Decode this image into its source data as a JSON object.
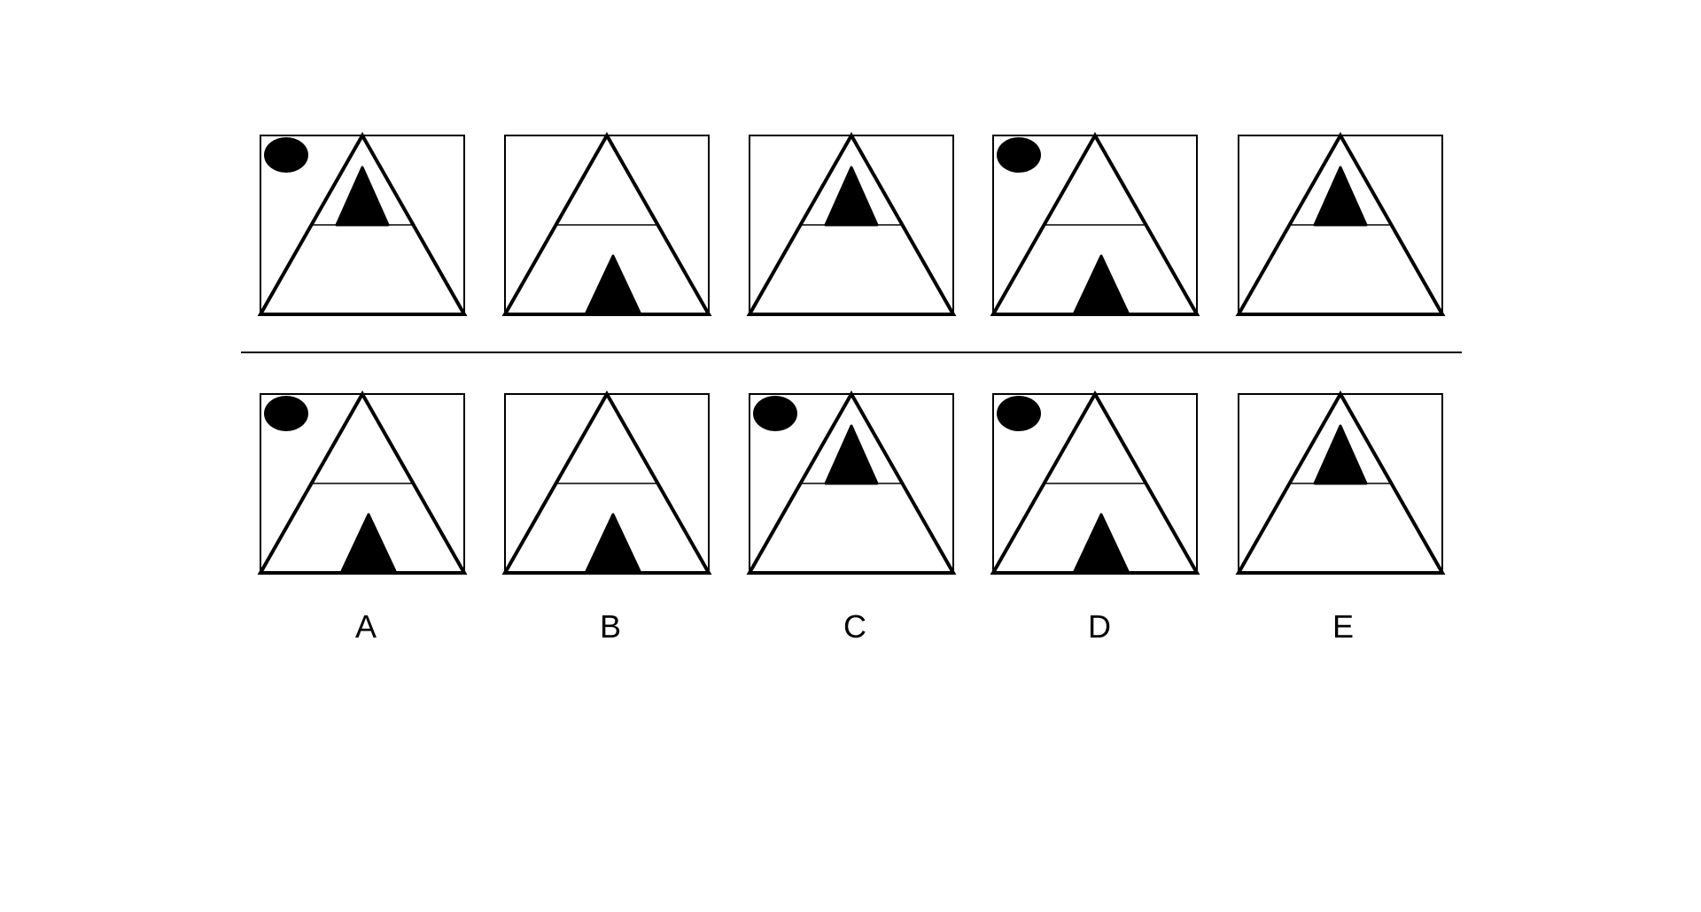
{
  "puzzle": {
    "question_row": [
      {
        "circle": true,
        "inner_triangle": "top"
      },
      {
        "circle": false,
        "inner_triangle": "bottom"
      },
      {
        "circle": false,
        "inner_triangle": "top"
      },
      {
        "circle": true,
        "inner_triangle": "bottom"
      },
      {
        "circle": false,
        "inner_triangle": "top"
      }
    ],
    "answer_row": [
      {
        "label": "A",
        "circle": true,
        "inner_triangle": "bottom"
      },
      {
        "label": "B",
        "circle": false,
        "inner_triangle": "bottom"
      },
      {
        "label": "C",
        "circle": true,
        "inner_triangle": "top"
      },
      {
        "label": "D",
        "circle": true,
        "inner_triangle": "bottom"
      },
      {
        "label": "E",
        "circle": false,
        "inner_triangle": "top"
      }
    ]
  },
  "colors": {
    "ink": "#000000",
    "background": "#ffffff"
  }
}
